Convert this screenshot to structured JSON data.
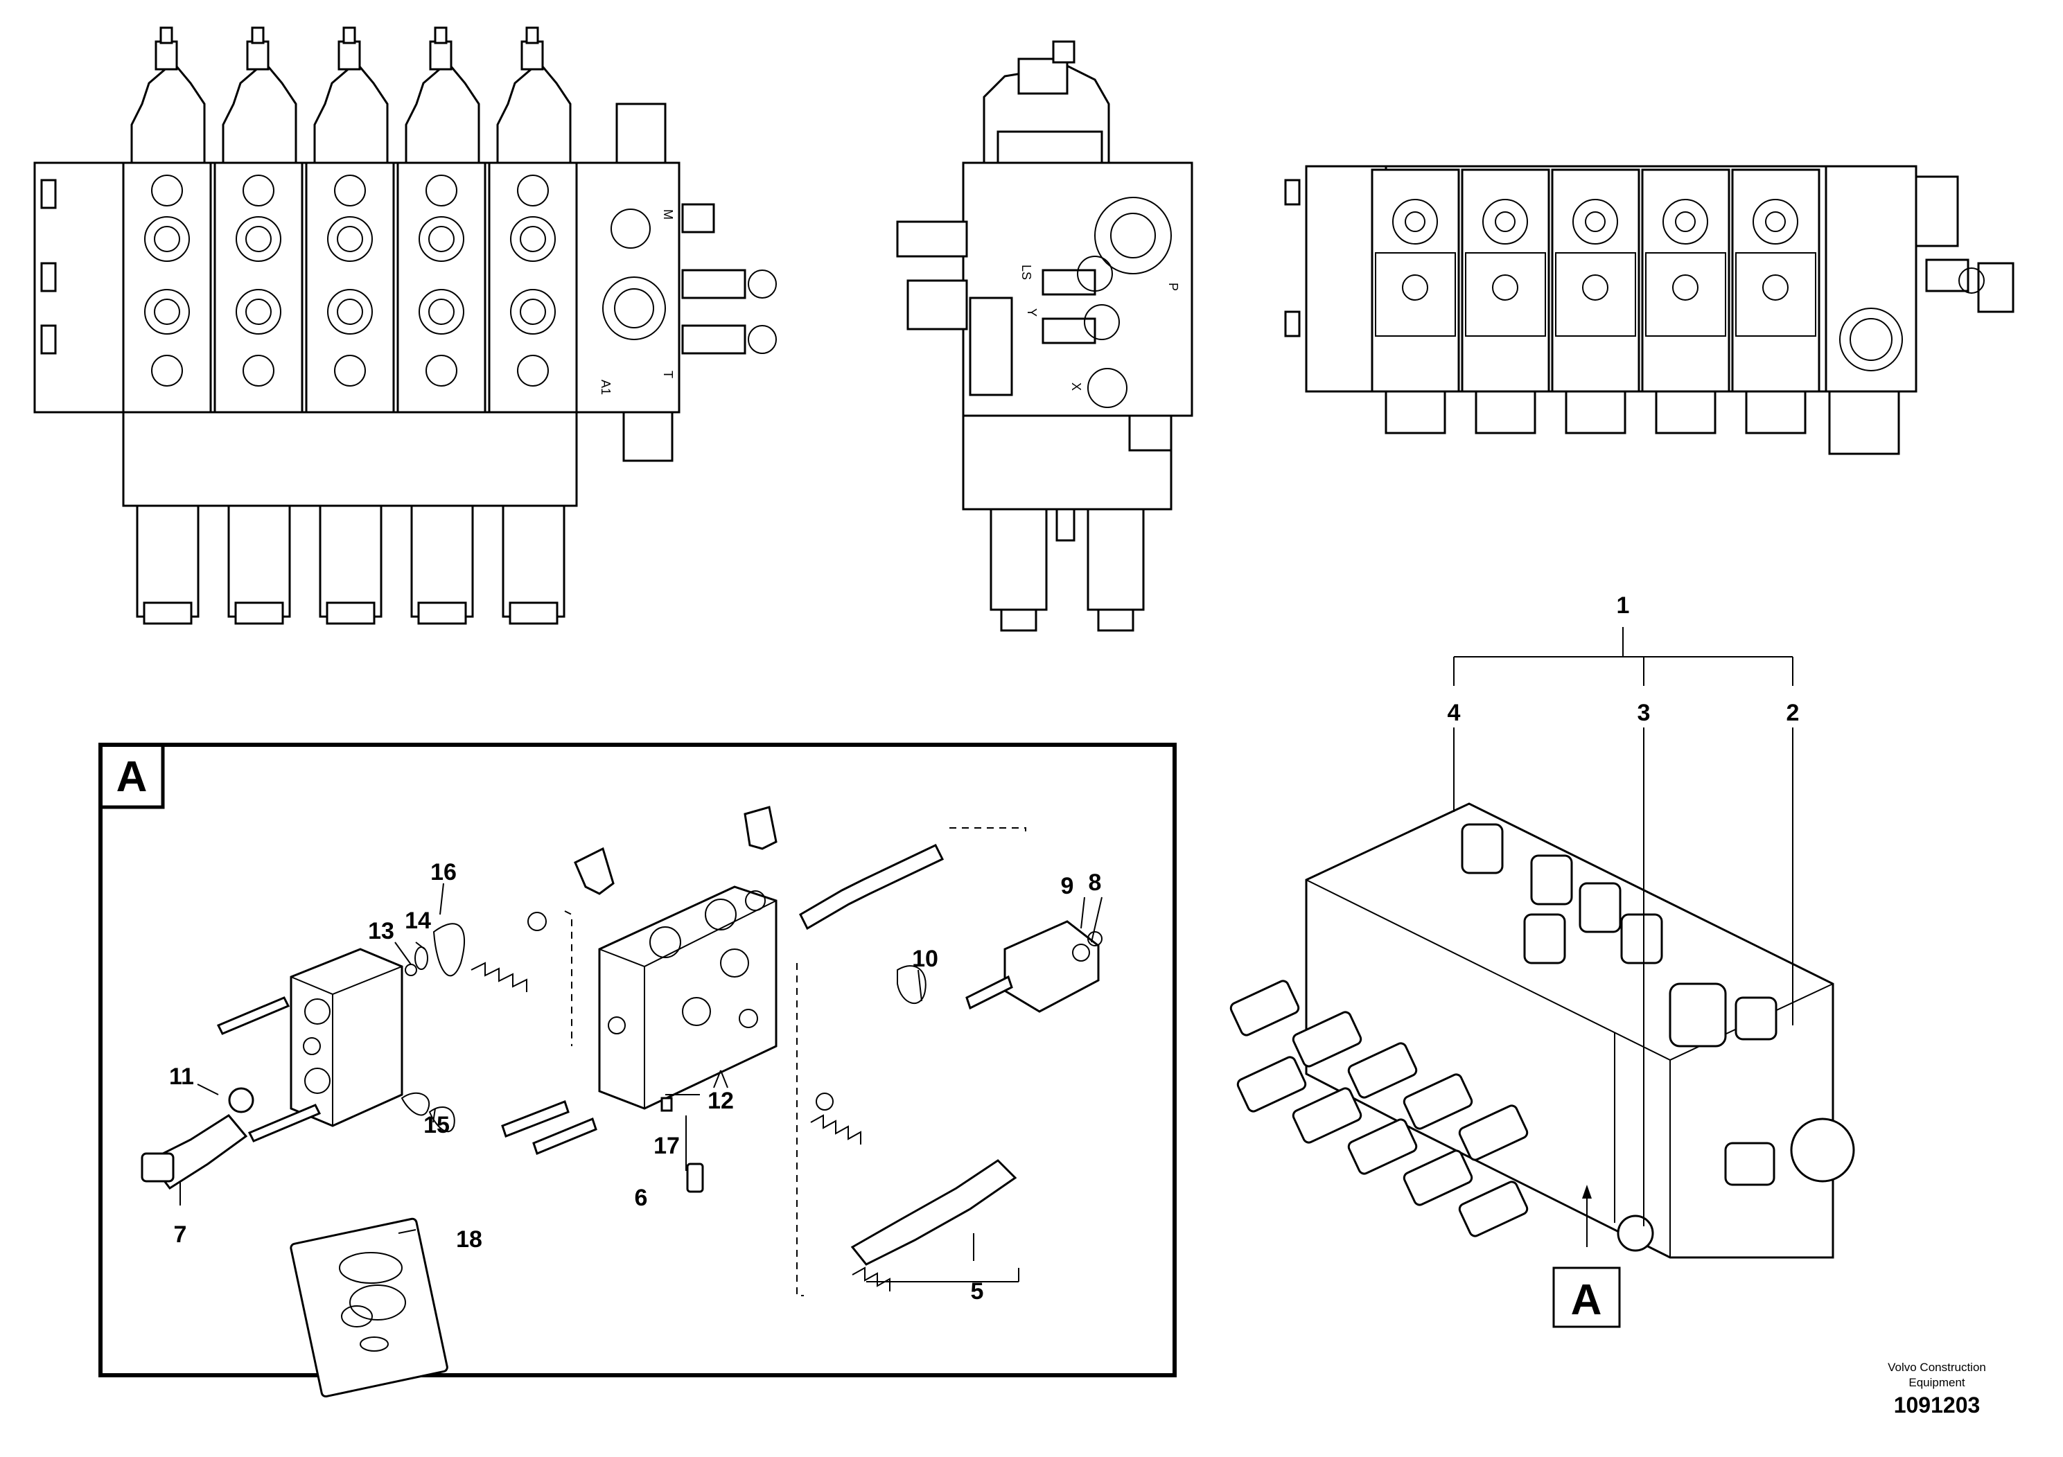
{
  "ports": {
    "front": {
      "m": "M",
      "a1": "A1",
      "t": "T"
    },
    "side": {
      "ls": "LS",
      "p": "P",
      "y": "Y",
      "x": "X"
    }
  },
  "detail": {
    "letter": "A"
  },
  "callouts": {
    "c1": "1",
    "c2": "2",
    "c3": "3",
    "c4": "4",
    "c5": "5",
    "c6": "6",
    "c7": "7",
    "c8": "8",
    "c9": "9",
    "c10": "10",
    "c11": "11",
    "c12": "12",
    "c13": "13",
    "c14": "14",
    "c15": "15",
    "c16": "16",
    "c17": "17",
    "c18": "18"
  },
  "footer": {
    "brand_line1": "Volvo Construction",
    "brand_line2": "Equipment",
    "drawing_number": "1091203"
  }
}
